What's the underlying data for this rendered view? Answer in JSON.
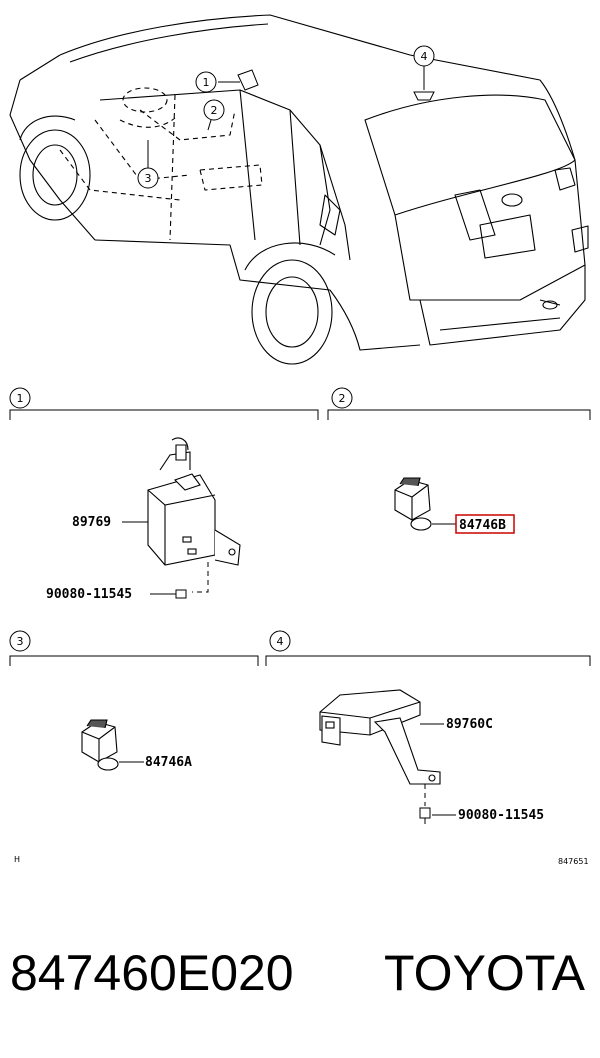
{
  "top_callouts": [
    "1",
    "2",
    "3",
    "4"
  ],
  "sections": [
    {
      "num": "1",
      "parts": [
        "89769",
        "90080-11545"
      ]
    },
    {
      "num": "2",
      "parts": [
        "84746B"
      ]
    },
    {
      "num": "3",
      "parts": [
        "84746A"
      ]
    },
    {
      "num": "4",
      "parts": [
        "89760C",
        "90080-11545"
      ]
    }
  ],
  "corner_left": "H",
  "corner_right": "847651",
  "footer": {
    "part_number": "847460E020",
    "brand": "TOYOTA"
  },
  "highlight_color": "#cc0000"
}
